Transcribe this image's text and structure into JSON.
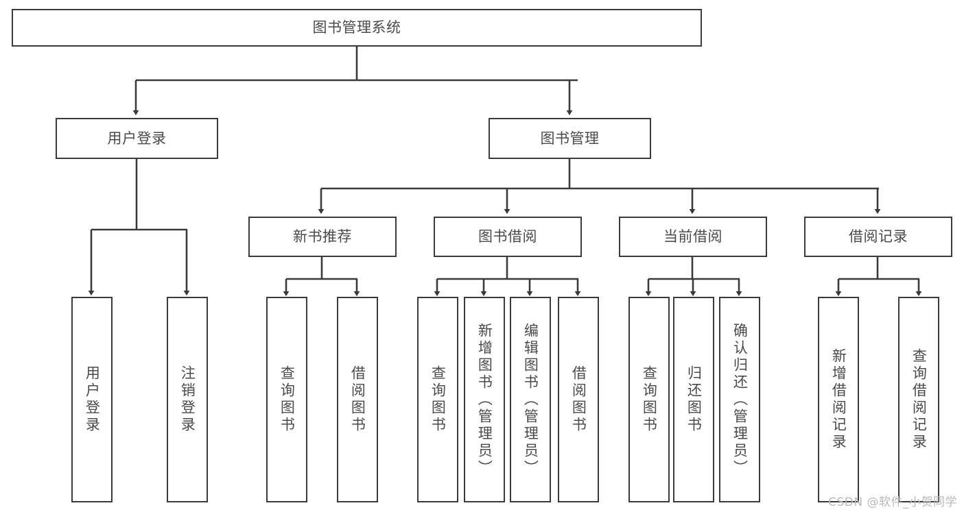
{
  "diagram": {
    "title": "图书管理系统",
    "type": "tree-hierarchy",
    "stroke_color": "#3a3a3a",
    "text_color": "#4a4a4a",
    "background_color": "#ffffff",
    "root": {
      "id": "root",
      "label": "图书管理系统",
      "orientation": "horizontal"
    },
    "level1": [
      {
        "id": "user-login",
        "label": "用户登录",
        "orientation": "horizontal"
      },
      {
        "id": "book-manage",
        "label": "图书管理",
        "orientation": "horizontal"
      }
    ],
    "level2": [
      {
        "id": "new-book-recommend",
        "label": "新书推荐",
        "orientation": "horizontal",
        "parent": "book-manage"
      },
      {
        "id": "book-borrow",
        "label": "图书借阅",
        "orientation": "horizontal",
        "parent": "book-manage"
      },
      {
        "id": "current-borrow",
        "label": "当前借阅",
        "orientation": "horizontal",
        "parent": "book-manage"
      },
      {
        "id": "borrow-record",
        "label": "借阅记录",
        "orientation": "horizontal",
        "parent": "book-manage"
      }
    ],
    "leaves": [
      {
        "id": "leaf-user-login",
        "label": "用户登录",
        "orientation": "vertical",
        "parent": "user-login"
      },
      {
        "id": "leaf-user-logout",
        "label": "注销登录",
        "orientation": "vertical",
        "parent": "user-login"
      },
      {
        "id": "leaf-query-book-1",
        "label": "查询图书",
        "orientation": "vertical",
        "parent": "new-book-recommend"
      },
      {
        "id": "leaf-borrow-book-1",
        "label": "借阅图书",
        "orientation": "vertical",
        "parent": "new-book-recommend"
      },
      {
        "id": "leaf-query-book-2",
        "label": "查询图书",
        "orientation": "vertical",
        "parent": "book-borrow"
      },
      {
        "id": "leaf-add-book",
        "label": "新增图书（管理员）",
        "orientation": "vertical",
        "parent": "book-borrow"
      },
      {
        "id": "leaf-edit-book",
        "label": "编辑图书（管理员）",
        "orientation": "vertical",
        "parent": "book-borrow"
      },
      {
        "id": "leaf-borrow-book-2",
        "label": "借阅图书",
        "orientation": "vertical",
        "parent": "book-borrow"
      },
      {
        "id": "leaf-query-book-3",
        "label": "查询图书",
        "orientation": "vertical",
        "parent": "current-borrow"
      },
      {
        "id": "leaf-return-book",
        "label": "归还图书",
        "orientation": "vertical",
        "parent": "current-borrow"
      },
      {
        "id": "leaf-confirm-return",
        "label": "确认归还（管理员）",
        "orientation": "vertical",
        "parent": "current-borrow"
      },
      {
        "id": "leaf-add-record",
        "label": "新增借阅记录",
        "orientation": "vertical",
        "parent": "borrow-record"
      },
      {
        "id": "leaf-query-record",
        "label": "查询借阅记录",
        "orientation": "vertical",
        "parent": "borrow-record"
      }
    ]
  },
  "watermark": {
    "text": "CSDN @软件_小贺同学"
  }
}
